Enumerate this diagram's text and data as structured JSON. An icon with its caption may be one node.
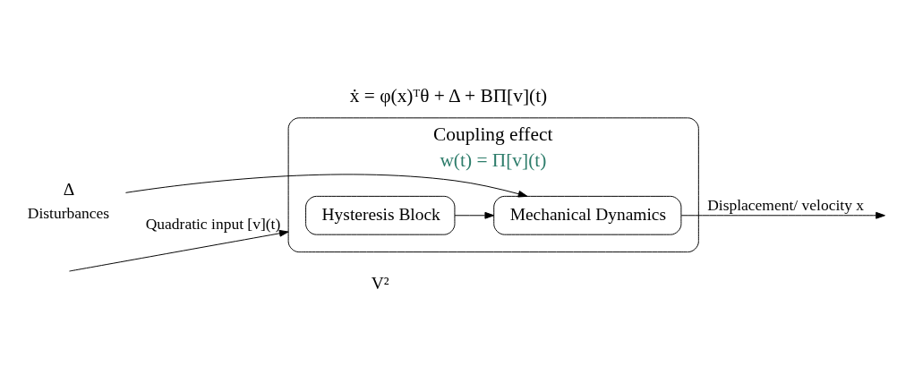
{
  "diagram": {
    "title": "ẋ = φ(x)ᵀθ + Δ + BΠ[v](t)",
    "nodes": [
      {
        "text": [
          "Coupling effect",
          "w(t) = Π[v](t)"
        ]
      },
      {
        "text": [
          "Hysteresis Block"
        ],
        "in": 0
      },
      {
        "text": [
          "Mechanical Dynamics"
        ],
        "in": 0
      },
      {
        "text": [
          "Δ"
        ],
        "beside": [
          "Disturbances"
        ]
      }
    ],
    "edges": [
      {
        "from": null,
        "to": 0,
        "arrow": "to",
        "label": "Quadratic input [v](t)"
      },
      {
        "from": 1,
        "to": 2,
        "arrow": "to"
      },
      {
        "from": 3,
        "to": 2,
        "arrow": "to"
      },
      {
        "from": 2,
        "to": null,
        "arrow": "to",
        "label": "Displacement/ velocity x"
      }
    ],
    "labels": [
      "V²"
    ]
  }
}
